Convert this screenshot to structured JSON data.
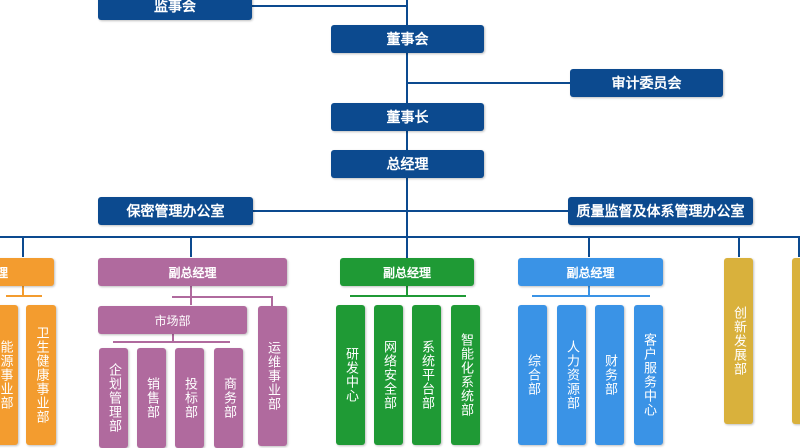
{
  "colors": {
    "navy": "#0c4a8f",
    "orange": "#f39c2f",
    "purple": "#b06a9e",
    "green": "#1f9a35",
    "blue": "#3a93e6",
    "gold": "#d9b13c"
  },
  "top": {
    "supervisory_board": "监事会",
    "board": "董事会",
    "audit_committee": "审计委员会",
    "chairman": "董事长",
    "general_manager": "总经理",
    "confidential_office": "保密管理办公室",
    "quality_office": "质量监督及体系管理办公室"
  },
  "branches": {
    "orange": {
      "head": "理",
      "units": [
        "能源事业部",
        "卫生健康事业部"
      ]
    },
    "purple": {
      "head": "副总经理",
      "sub": "市场部",
      "sub_units": [
        "企划管理部",
        "销售部",
        "投标部",
        "商务部"
      ],
      "side_unit": "运维事业部"
    },
    "green": {
      "head": "副总经理",
      "units": [
        "研发中心",
        "网络安全部",
        "系统平台部",
        "智能化系统部"
      ]
    },
    "blue": {
      "head": "副总经理",
      "units": [
        "综合部",
        "人力资源部",
        "财务部",
        "客户服务中心"
      ]
    },
    "gold": {
      "units": [
        "创新发展部"
      ]
    }
  }
}
